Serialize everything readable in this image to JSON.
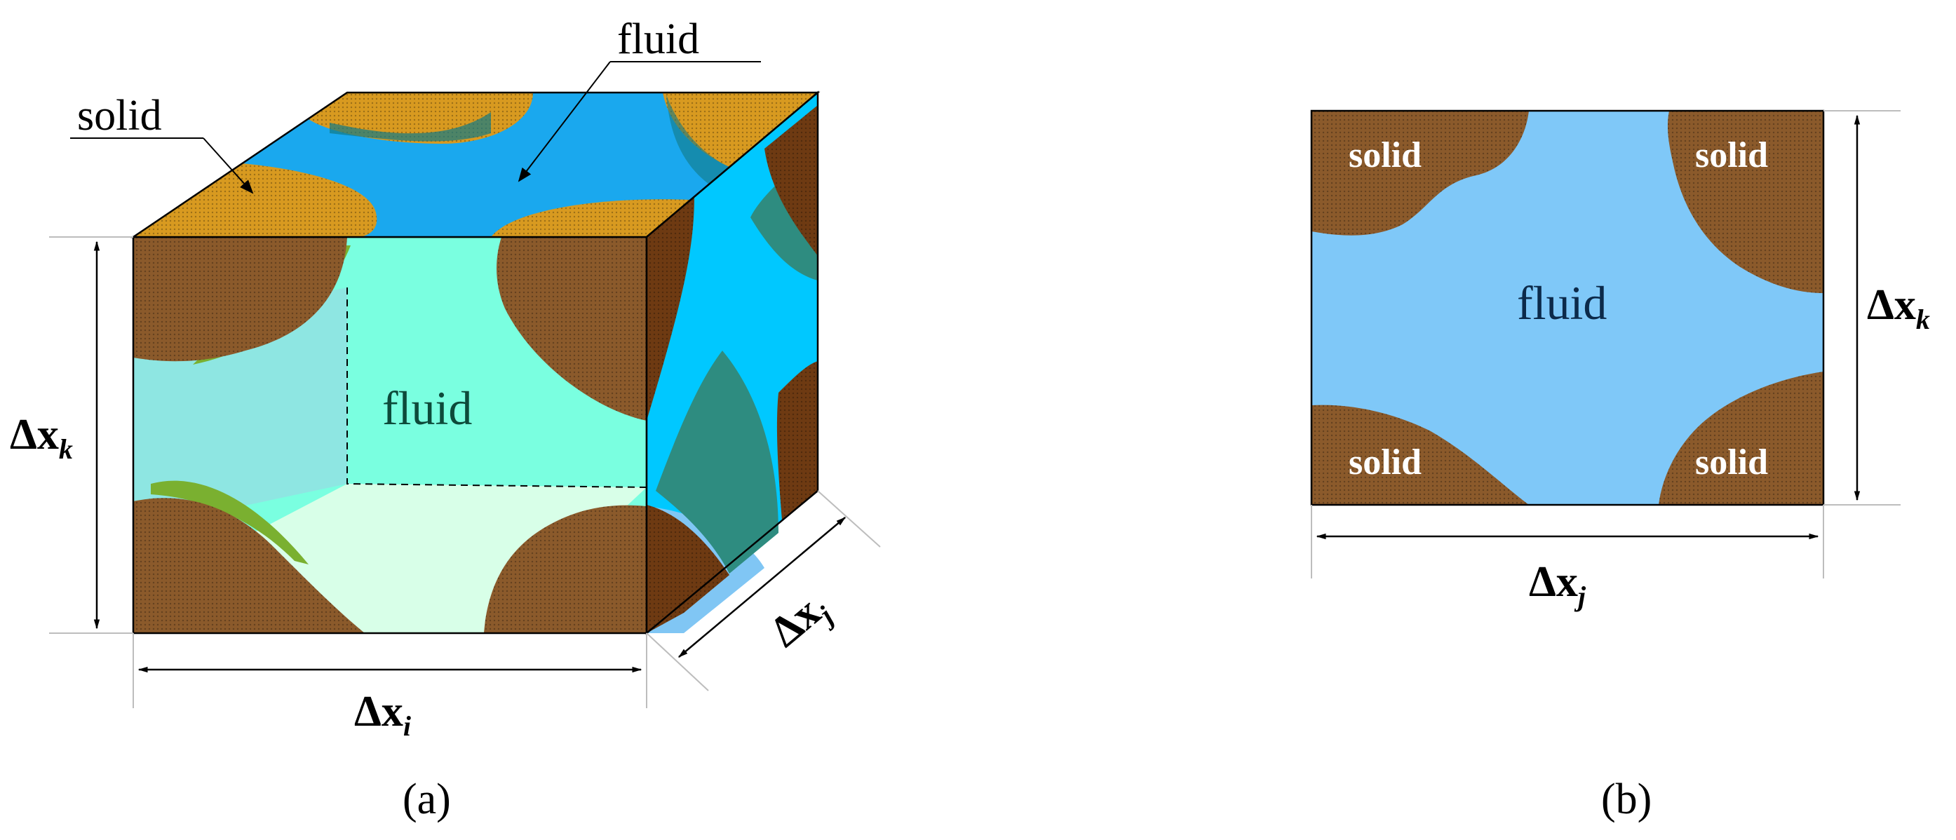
{
  "colors": {
    "solid_front": "#8b5a2b",
    "solid_side": "#6e3a12",
    "solid_top": "#d89a20",
    "fluid_front": "#7affe0",
    "fluid_side": "#00c8ff",
    "fluid_top": "#1aa8ee",
    "fluid_2d": "#7fc8f8"
  },
  "panel_a": {
    "label_solid_top": "solid",
    "label_fluid_top": "fluid",
    "label_fluid_front": "fluid",
    "dim_k": {
      "main": "Δx",
      "sub": "k"
    },
    "dim_i": {
      "main": "Δx",
      "sub": "i"
    },
    "dim_j": {
      "main": "Δx",
      "sub": "j"
    },
    "caption": "(a)"
  },
  "panel_b": {
    "solid_tl": "solid",
    "solid_tr": "solid",
    "solid_bl": "solid",
    "solid_br": "solid",
    "fluid": "fluid",
    "dim_k": {
      "main": "Δx",
      "sub": "k"
    },
    "dim_j": {
      "main": "Δx",
      "sub": "j"
    },
    "caption": "(b)"
  }
}
